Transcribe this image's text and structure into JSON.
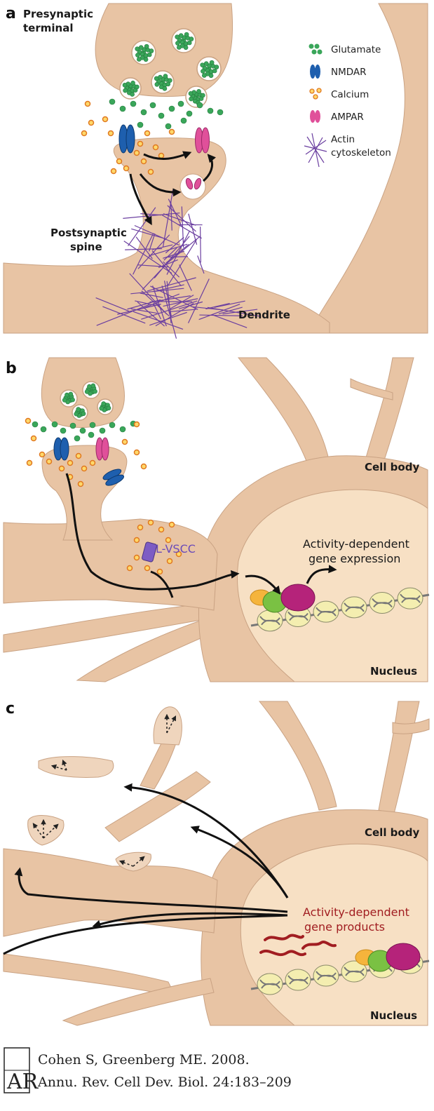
{
  "panels": {
    "a": {
      "letter": "a",
      "presynaptic_line1": "Presynaptic",
      "presynaptic_line2": "terminal",
      "postsynaptic_line1": "Postsynaptic",
      "postsynaptic_line2": "spine",
      "dendrite": "Dendrite",
      "legend": {
        "glutamate": "Glutamate",
        "nmdar": "NMDAR",
        "calcium": "Calcium",
        "ampar": "AMPAR",
        "actin_line1": "Actin",
        "actin_line2": "cytoskeleton"
      }
    },
    "b": {
      "letter": "b",
      "cell_body": "Cell body",
      "lvscc": "L-VSCC",
      "gene_expression_line1": "Activity-dependent",
      "gene_expression_line2": "gene expression",
      "nucleus": "Nucleus"
    },
    "c": {
      "letter": "c",
      "cell_body": "Cell body",
      "gene_products_line1": "Activity-dependent",
      "gene_products_line2": "gene products",
      "nucleus": "Nucleus"
    }
  },
  "citation": {
    "logo": "AR",
    "line1": "Cohen S, Greenberg ME. 2008.",
    "line2": "Annu. Rev. Cell Dev. Biol. 24:183–209"
  },
  "colors": {
    "cell": "#e8c4a4",
    "nucleus": "#f7e0c4",
    "outline": "#c9a283",
    "glutamate": "#3aa65a",
    "nmdar": "#1e5fae",
    "calcium_fill": "#ffd86a",
    "calcium_stroke": "#e07820",
    "ampar": "#e0509a",
    "actin": "#6b3fa0",
    "lvscc": "#7d5cc4",
    "gene_products": "#a11d21",
    "protein_yellow": "#f5b43c",
    "protein_green": "#7ac143",
    "protein_magenta": "#b5237a",
    "chromatin": "#f4eeb0"
  }
}
